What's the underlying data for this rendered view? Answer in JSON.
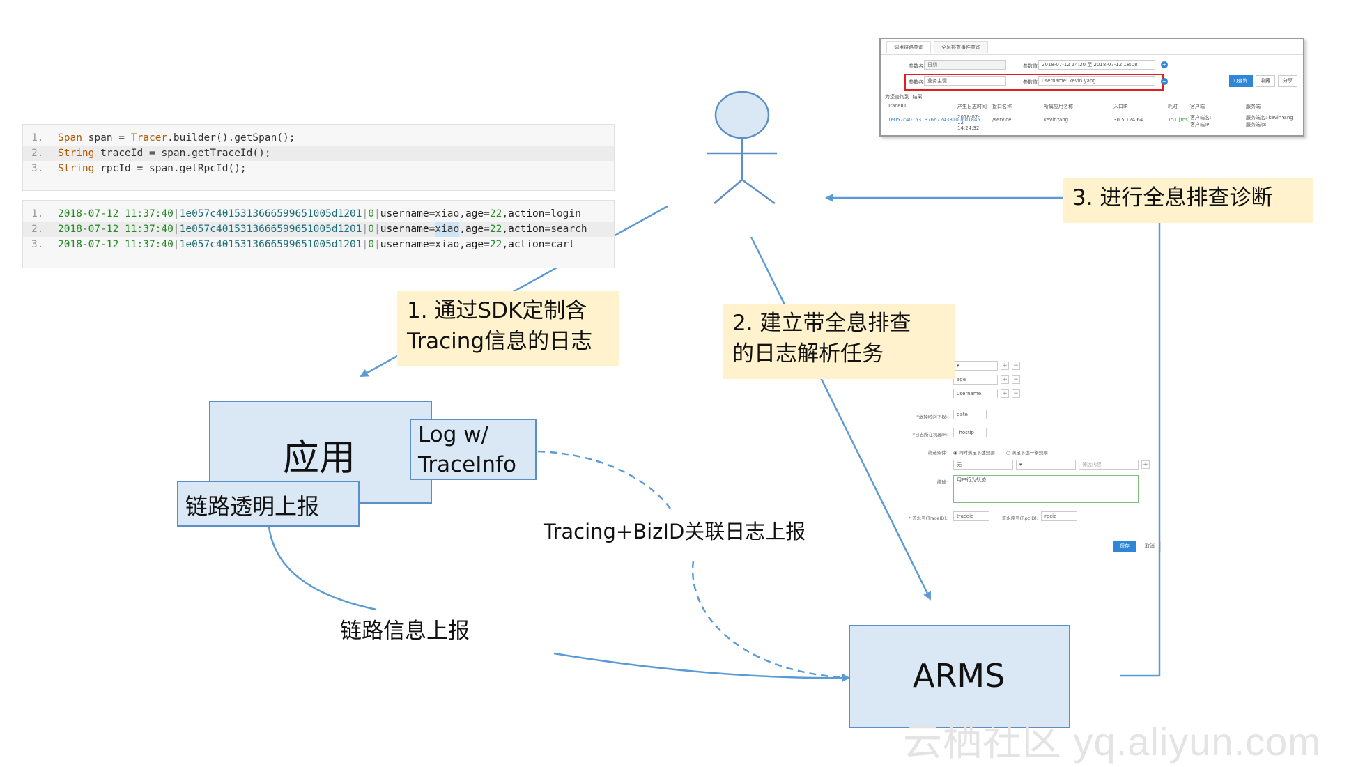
{
  "code_snippet": {
    "lines": [
      {
        "num": "1.",
        "type": "Span",
        "var": "span",
        "assign": " = ",
        "cls": "Tracer",
        "call": ".builder().getSpan();"
      },
      {
        "num": "2.",
        "type": "String",
        "var": "traceId",
        "assign": " = ",
        "cls": "",
        "call": "span.getTraceId();"
      },
      {
        "num": "3.",
        "type": "String",
        "var": "rpcId",
        "assign": " = ",
        "cls": "",
        "call": "span.getRpcId();"
      }
    ]
  },
  "log_snippet": {
    "lines": [
      {
        "num": "1.",
        "time": "2018-07-12 11:37:40",
        "trace": "1e057c4015313666599651005d1201",
        "rpc": "0",
        "user": "xiao",
        "age": "22",
        "action": "login"
      },
      {
        "num": "2.",
        "time": "2018-07-12 11:37:40",
        "trace": "1e057c4015313666599651005d1201",
        "rpc": "0",
        "user": "xiao",
        "age": "22",
        "action": "search"
      },
      {
        "num": "3.",
        "time": "2018-07-12 11:37:40",
        "trace": "1e057c4015313666599651005d1201",
        "rpc": "0",
        "user": "xiao",
        "age": "22",
        "action": "cart"
      }
    ],
    "sep": "|",
    "k_user": "username",
    "k_age": "age",
    "k_action": "action"
  },
  "notes": {
    "step1": "1. 通过SDK定制含\nTracing信息的日志",
    "step2": "2. 建立带全息排查\n的日志解析任务",
    "step3": "3. 进行全息排查诊断"
  },
  "app_box": {
    "title": "应用"
  },
  "log_box": {
    "title": "Log w/\nTraceInfo"
  },
  "trace_box": {
    "title": "链路透明上报"
  },
  "arms_box": {
    "title": "ARMS"
  },
  "labels": {
    "biz_log": "Tracing+BizID关联日志上报",
    "trace_report": "链路信息上报"
  },
  "screenshot": {
    "tabs": [
      "调用链路查询",
      "全息排查事件查询"
    ],
    "row1_label": "参数名:",
    "row1_placeholder": "日期",
    "row1_right_label": "参数值:",
    "row1_right_value": "2018-07-12 14:20 至 2018-07-12 18:08",
    "row2_label": "参数名:",
    "row2_value": "业务主键",
    "row2_right_label": "参数值:",
    "row2_right_value": "username: kevin.yang",
    "search_btn": "Q查询",
    "save_btn": "收藏",
    "share_btn": "分享",
    "result_caption": "为您查询到1结果",
    "headers": [
      "TraceID",
      "产生日志时间",
      "接口名称",
      "所属应用名称",
      "入口IP",
      "耗时",
      "客户端",
      "服务端"
    ],
    "row": [
      "1e057c4015313766724381006d1845",
      "2018-07-12 14:24:32",
      "/service",
      "kevinYang",
      "30.5.124.64",
      "151 [ms]",
      "客户端名:\n客户端IP:",
      "服务端名: kevinYang\n服务端ip:"
    ]
  },
  "form": {
    "opt_age": "age",
    "opt_username": "username",
    "label_time": "*选择时间字段:",
    "time_value": "date",
    "label_host": "*日志所在机器IP:",
    "host_value": "_hostip",
    "label_filter": "筛选条件:",
    "radio1": "同时满足下述规则",
    "radio2": "满足下述一条规则",
    "filter_value": "无",
    "filter_placeholder": "筛选内容",
    "label_desc": "描述:",
    "desc_value": "用户行为轨迹",
    "label_trace": "* 流水号(TraceID):",
    "trace_value": "traceid",
    "label_rpc": "流水序号(RpcID):",
    "rpc_value": "rpcid",
    "save": "保存",
    "cancel": "取消"
  },
  "watermark": "云栖社区 yq.aliyun.com",
  "colors": {
    "note_bg": "#fff2cc",
    "box_fill": "#dae8f6",
    "box_border": "#5b8fc7",
    "arrow": "#5b9bd5"
  }
}
